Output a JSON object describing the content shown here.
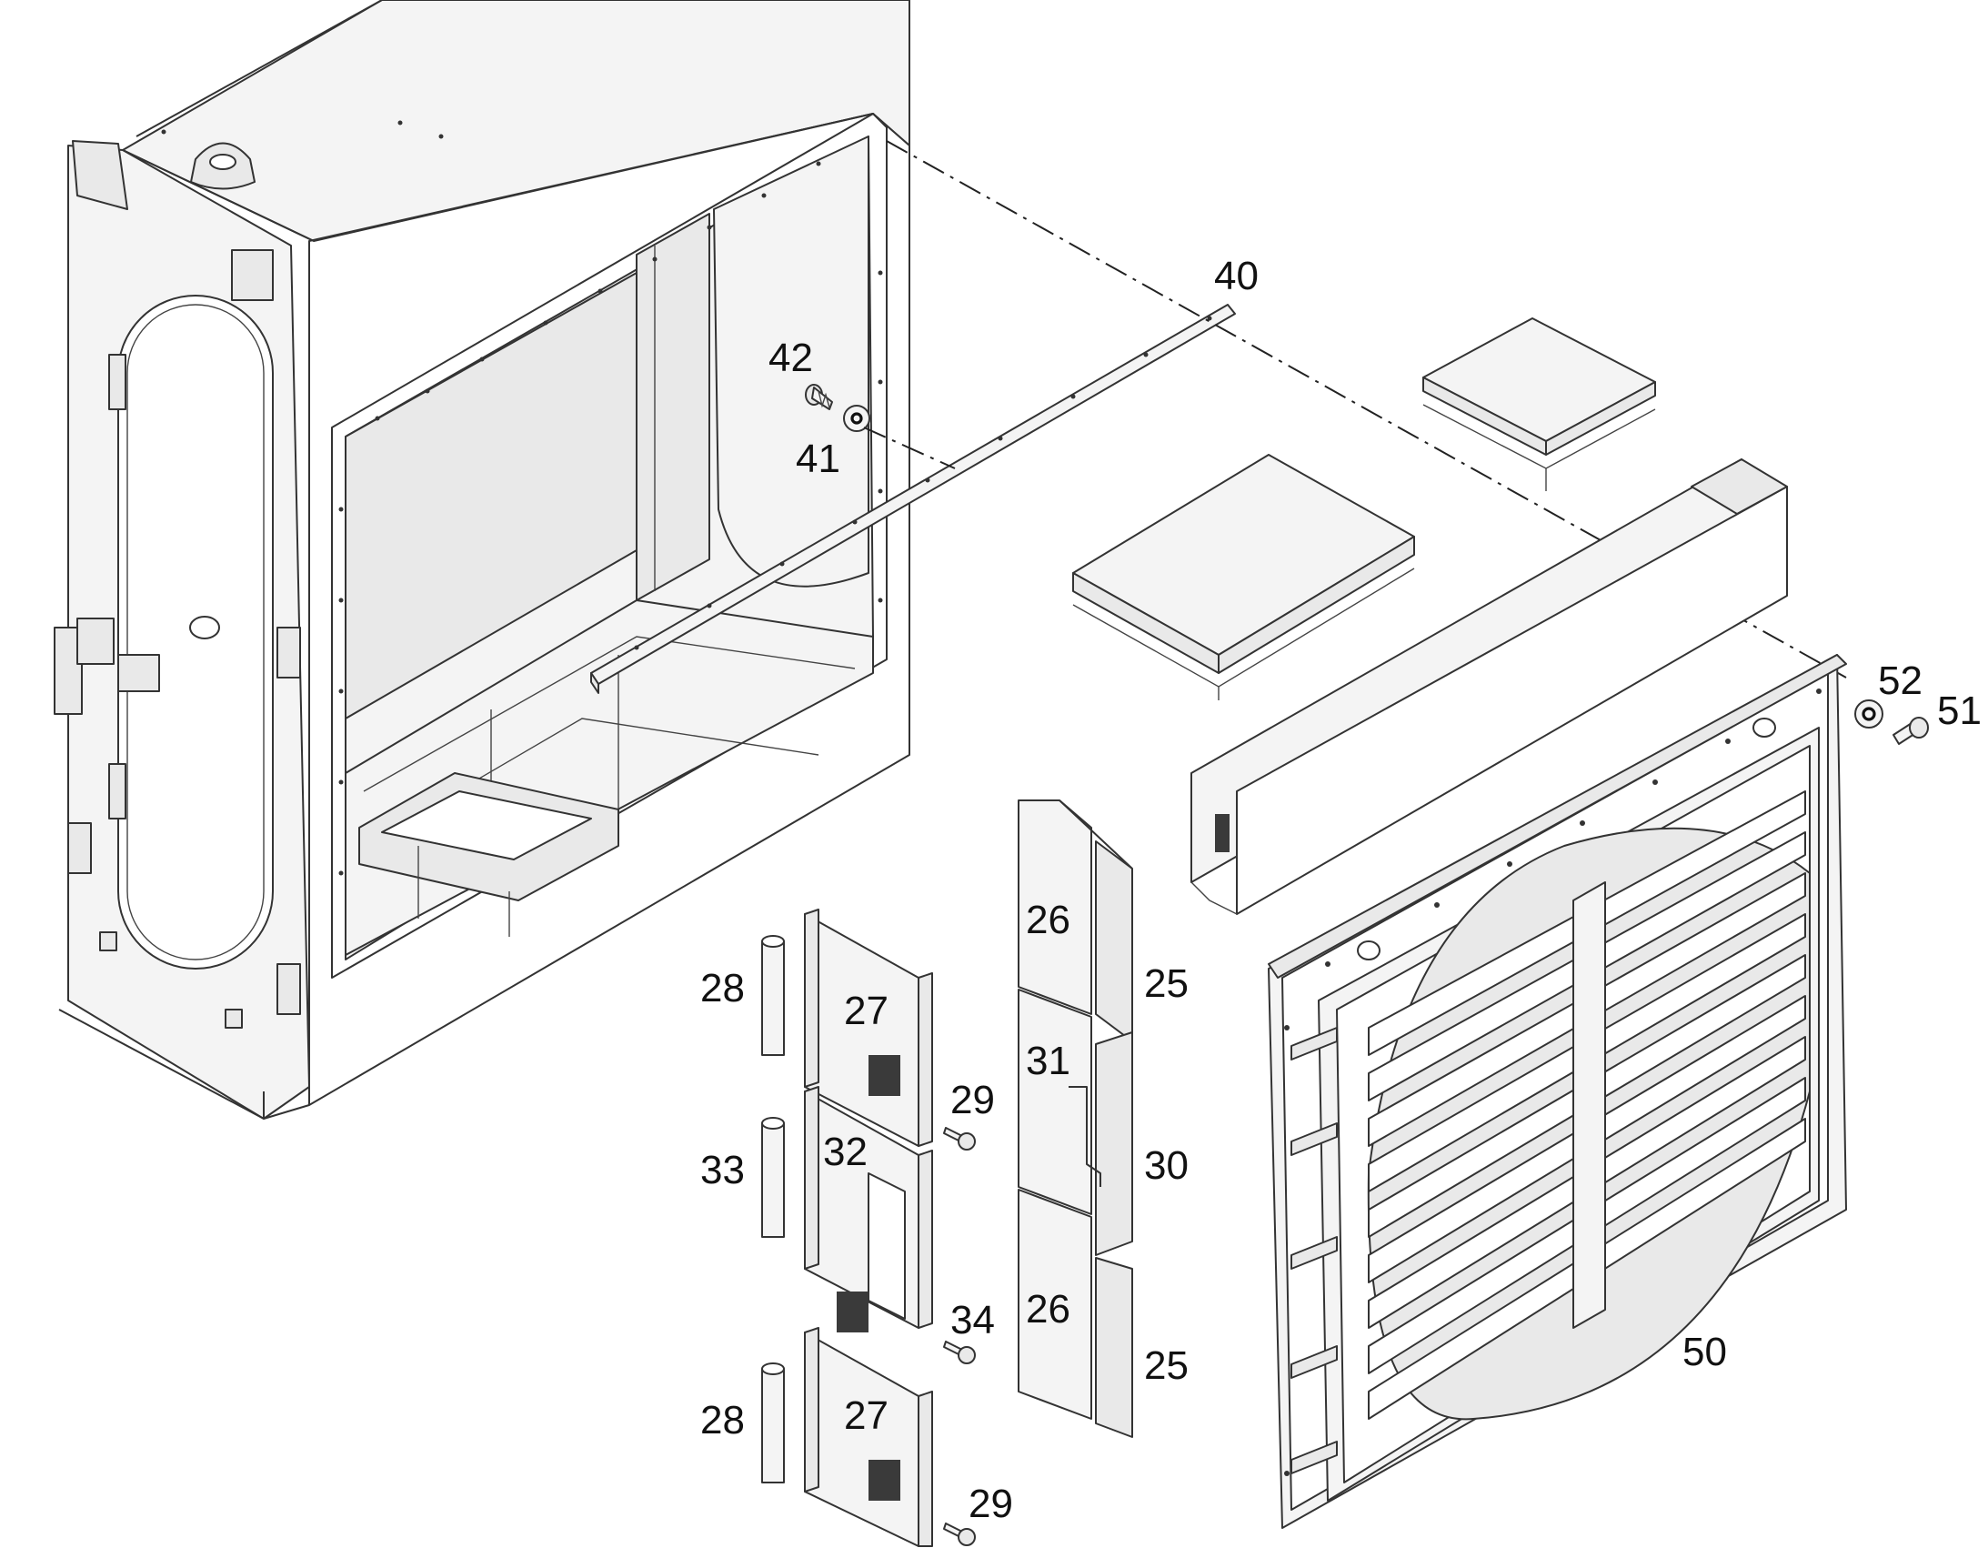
{
  "callouts": {
    "c40": "40",
    "c42": "42",
    "c41": "41",
    "c52": "52",
    "c51": "51",
    "c26_top": "26",
    "c25_top": "25",
    "c31": "31",
    "c30": "30",
    "c26_bottom": "26",
    "c25_bottom": "25",
    "c28_top": "28",
    "c27_top": "27",
    "c29_top": "29",
    "c33": "33",
    "c32": "32",
    "c34": "34",
    "c28_bottom": "28",
    "c27_bottom": "27",
    "c29_bottom": "29",
    "c50": "50"
  }
}
